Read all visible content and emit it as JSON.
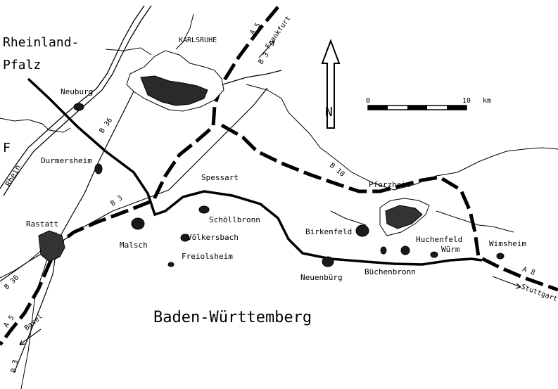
{
  "map": {
    "regions": {
      "rheinland_line1": "Rheinland-",
      "rheinland_line2": "Pfalz",
      "france": "F",
      "baden_wuerttemberg": "Baden-Württemberg"
    },
    "river": "Rhein",
    "places": {
      "karlsruhe": "KARLSRUHE",
      "neuburg": "Neuburg",
      "durmersheim": "Durmersheim",
      "rastatt": "Rastatt",
      "malsch": "Malsch",
      "spessart": "Spessart",
      "schoellbronn": "Schöllbronn",
      "voelkersbach": "Völkersbach",
      "freiolsheim": "Freiolsheim",
      "birkenfeld": "Birkenfeld",
      "pforzheim": "Pforzheim",
      "huchenfeld": "Huchenfeld",
      "wuerm": "Würm",
      "wimsheim": "Wimsheim",
      "neuenbuerg": "Neuenbürg",
      "buechenbronn": "Büchenbronn"
    },
    "roads": {
      "a5_north": "A 5",
      "a5_south": "A 5",
      "b3_north": "B 3",
      "b3_mid": "B 3",
      "b3_south": "B 3",
      "b36_north": "B 36",
      "b36_south": "B 36",
      "b10": "B 10",
      "a8": "A 8"
    },
    "directions": {
      "frankfurt": "Frankfurt",
      "basel": "Basel",
      "stuttgart": "Stuttgart"
    },
    "scale_bar": {
      "start": "0",
      "end": "10",
      "unit": "km"
    },
    "north_arrow": "N"
  }
}
